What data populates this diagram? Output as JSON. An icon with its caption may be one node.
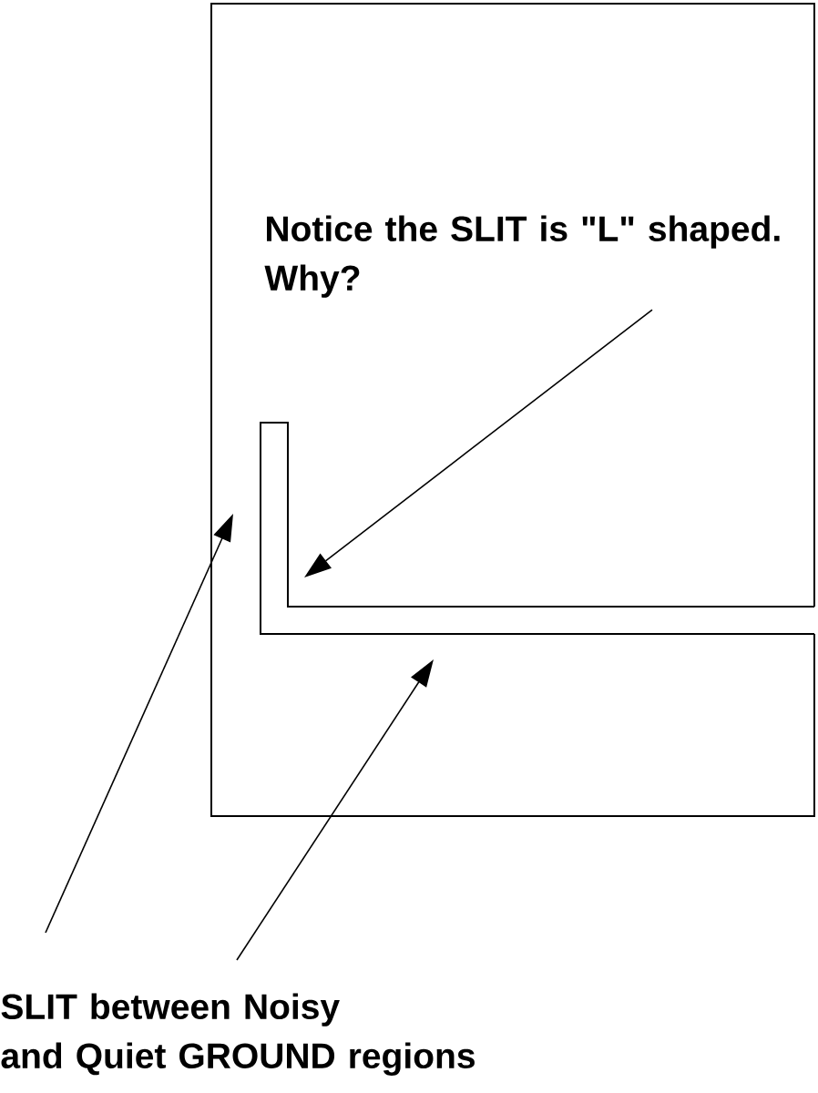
{
  "diagram": {
    "nodes": [
      {
        "text": [],
        "shape": "box"
      },
      {
        "text": [],
        "shape": "slit",
        "in": 0
      },
      {
        "text": [
          "Notice the SLIT is \"L\" shaped. Why?"
        ],
        "in": 0
      },
      {
        "text": [
          "SLIT between Noisy and Quiet GROUND regions"
        ]
      }
    ],
    "edges": [
      {
        "from": 2,
        "to": 1,
        "arrow": "to"
      },
      {
        "from": 3,
        "to": 1,
        "arrow": "to"
      },
      {
        "from": 3,
        "to": 1,
        "arrow": "to"
      }
    ]
  }
}
